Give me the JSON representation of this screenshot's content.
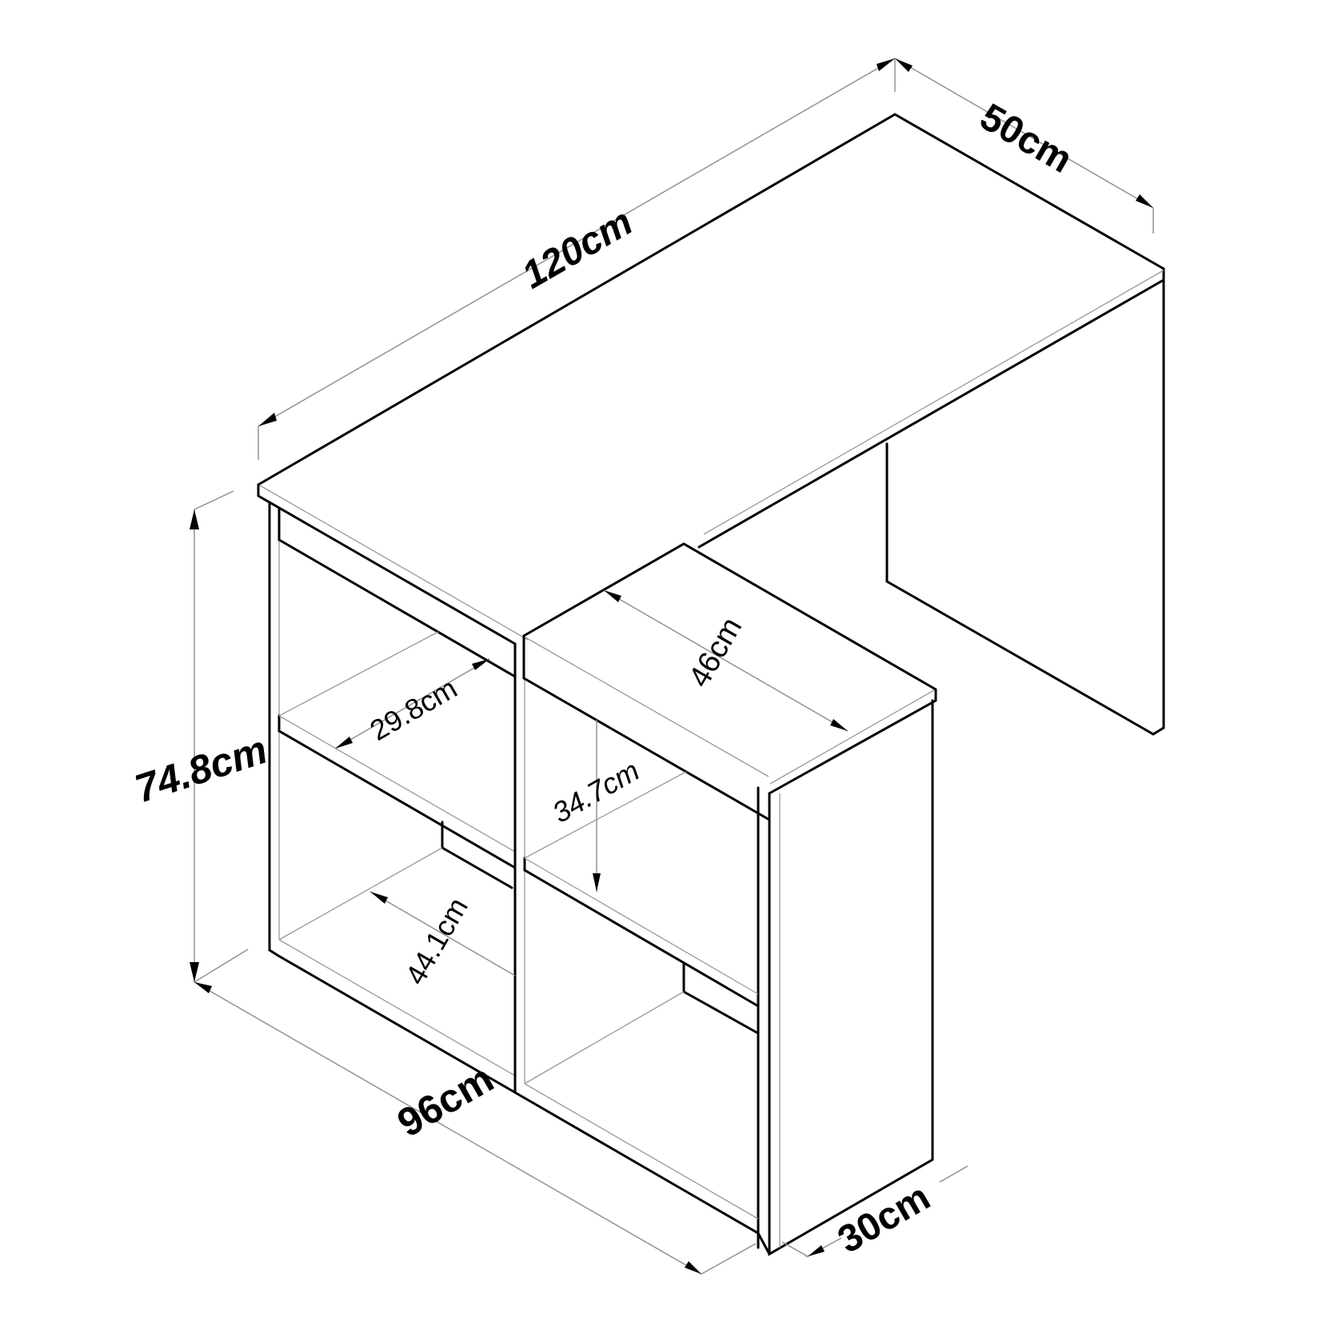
{
  "drawing": {
    "subject": "L-shaped desk with cube shelving unit",
    "background_color": "#ffffff",
    "line_color": "#000000",
    "dimension_line_color": "#8c8c8c"
  },
  "dimensions": {
    "overall_width": {
      "label": "120cm",
      "value": 120,
      "unit": "cm"
    },
    "overall_depth": {
      "label": "50cm",
      "value": 50,
      "unit": "cm"
    },
    "overall_height": {
      "label": "74.8cm",
      "value": 74.8,
      "unit": "cm"
    },
    "shelf_unit_length": {
      "label": "96cm",
      "value": 96,
      "unit": "cm"
    },
    "shelf_unit_depth": {
      "label": "30cm",
      "value": 30,
      "unit": "cm"
    },
    "return_top_length": {
      "label": "46cm",
      "value": 46,
      "unit": "cm"
    },
    "upper_cube_width": {
      "label": "29.8cm",
      "value": 29.8,
      "unit": "cm"
    },
    "lower_cube_width": {
      "label": "44.1cm",
      "value": 44.1,
      "unit": "cm"
    },
    "cube_height": {
      "label": "34.7cm",
      "value": 34.7,
      "unit": "cm"
    }
  }
}
